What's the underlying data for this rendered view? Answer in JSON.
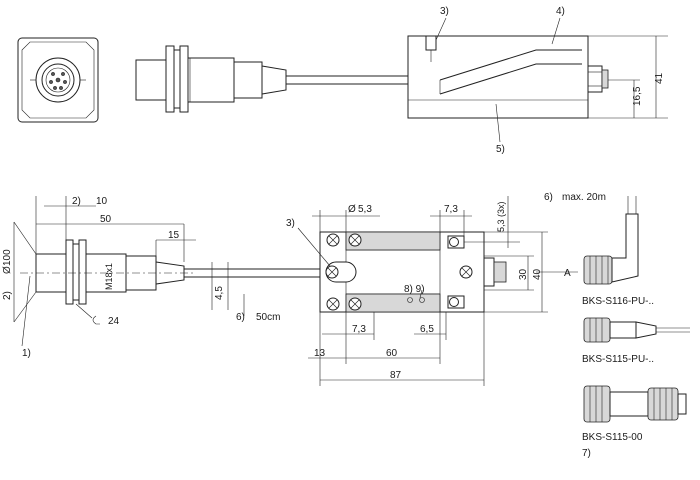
{
  "callouts": {
    "c3_top": "3)",
    "c4_top": "4)",
    "c5_top": "5)",
    "c2_phi": "2)",
    "c2_10": "2)",
    "c1": "1)",
    "c3_side": "3)",
    "c6_cable": "6)",
    "c6_max": "6)",
    "c7": "7)",
    "c89": "8) 9)"
  },
  "dims": {
    "d41": "41",
    "d16_5": "16,5",
    "d10": "10",
    "d50": "50",
    "d15": "15",
    "d100": "100",
    "m18": "M18x1",
    "wrench24": "24",
    "d4_5": "4,5",
    "cable_len": "50cm",
    "hole_dia": "5,3",
    "d7_3_top": "7,3",
    "d5_3_3x": "5,3  (3x)",
    "d30": "30",
    "d40": "40",
    "d7_3_bot": "7,3",
    "d6_5": "6,5",
    "d13": "13",
    "d60": "60",
    "d87": "87",
    "view_a": "A"
  },
  "labels": {
    "max_len": "max. 20m",
    "conn1": "BKS-S116-PU-..",
    "conn2": "BKS-S115-PU-..",
    "conn3": "BKS-S115-00"
  }
}
